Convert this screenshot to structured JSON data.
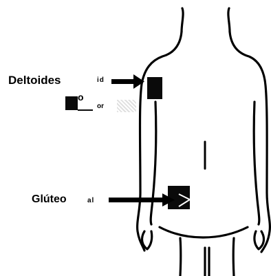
{
  "figure": {
    "label_deltoid": "Deltoides",
    "label_gluteal": "Glúteo",
    "fragment_deltoid": "id",
    "fragment_gluteal": "al",
    "fragment_or": "or",
    "legend_glyph": "o"
  },
  "colors": {
    "outline": "#000000",
    "site_fill": "#0a0a0a",
    "background": "#ffffff"
  }
}
